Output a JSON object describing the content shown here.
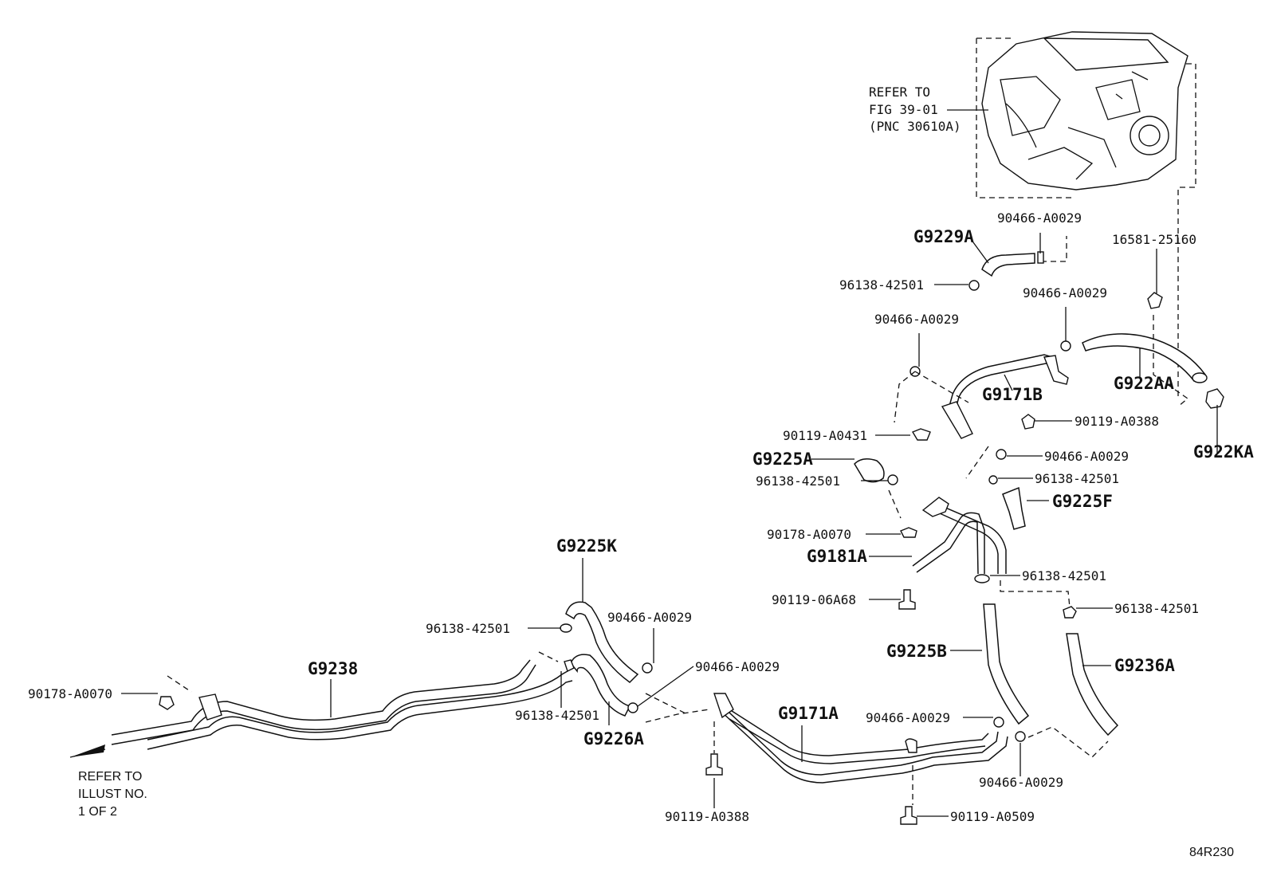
{
  "refs": {
    "fig_line1": "REFER TO",
    "fig_line2": "FIG 39-01",
    "fig_line3": "(PNC 30610A)",
    "illust_line1": "REFER TO",
    "illust_line2": "ILLUST NO.",
    "illust_line3": "1 OF 2"
  },
  "diagram_id": "84R230",
  "labels": {
    "l01": "90466-A0029",
    "l02": "G9229A",
    "l03": "16581-25160",
    "l04": "96138-42501",
    "l05": "90466-A0029",
    "l06": "90466-A0029",
    "l07": "G9171B",
    "l08": "G922AA",
    "l09": "90119-A0388",
    "l10": "G922KA",
    "l11": "90119-A0431",
    "l12": "G9225A",
    "l13": "90466-A0029",
    "l14": "96138-42501",
    "l15": "96138-42501",
    "l16": "G9225F",
    "l17": "90178-A0070",
    "l18": "G9181A",
    "l19": "96138-42501",
    "l20": "90119-06A68",
    "l21": "96138-42501",
    "l22": "G9225K",
    "l23": "90466-A0029",
    "l24": "96138-42501",
    "l25": "G9225B",
    "l26": "G9236A",
    "l27": "G9238",
    "l28": "90466-A0029",
    "l29": "90178-A0070",
    "l30": "96138-42501",
    "l31": "G9171A",
    "l32": "90466-A0029",
    "l33": "G9226A",
    "l34": "90466-A0029",
    "l35": "90119-A0388",
    "l36": "90119-A0509"
  }
}
